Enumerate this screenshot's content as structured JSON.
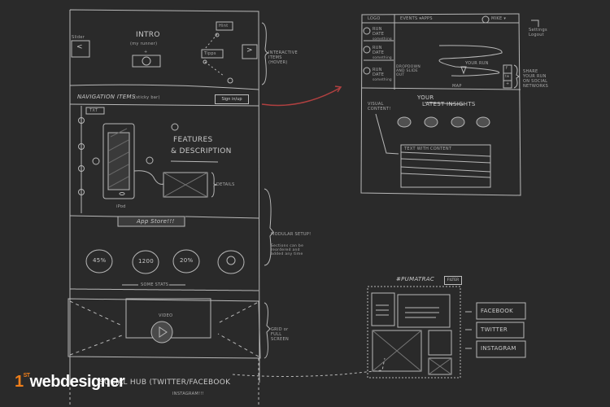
{
  "left_sketch": {
    "slider_label": "Slider",
    "prev_arrow": "<",
    "next_arrow": ">",
    "intro_title": "INTRO",
    "intro_sub": "(my runner)",
    "plus": "+",
    "tip_top": "Hint",
    "tip_mid": "Tipps",
    "interactive_note": "INTERACTIVE ITEMS (HOVER)",
    "nav_items": "NAVIGATION ITEMS",
    "nav_sub": "(sticky bar)",
    "sign_in": "Sign in/up",
    "txt_tag": "TXT",
    "features": "FEATURES",
    "description": "& DESCRIPTION",
    "details": "DETAILS",
    "phone_caption": "iPod",
    "app_store": "App Store!!!",
    "modular_note_title": "MODULAR SETUP!",
    "modular_note_body": "Sections can be reordered and added any time",
    "stats": [
      "45%",
      "1200",
      "20%",
      ""
    ],
    "stats_caption": "SOME STATS",
    "video_label": "VIDEO",
    "grid_note": "GRID or FULL SCREEN",
    "social_hub": "SOCIAL HUB (TWITTER/FACEBOOK",
    "social_hub_sub": "INSTAGRAM!!!"
  },
  "right_sketch": {
    "logo": "LOGO",
    "menu": [
      "EVENTS ▾",
      "APPS"
    ],
    "user": "MIKE ▾",
    "settings_note": "Settings Logout",
    "runs": [
      {
        "title": "RUN",
        "date": "DATE",
        "sub": "something"
      },
      {
        "title": "RUN",
        "date": "DATE",
        "sub": "something"
      },
      {
        "title": "RUN",
        "date": "DATE",
        "sub": "something"
      }
    ],
    "dropdown_note": "DROPDOWN AND SLIDE OUT",
    "your_run": "YOUR RUN",
    "map": "MAP",
    "share_buttons": [
      "f",
      "tw",
      "+"
    ],
    "share_note": "SHARE YOUR RUN ON SOCIAL NETWORKS",
    "insights_title_1": "YOUR",
    "insights_title_2": "LATEST INSIGHTS",
    "visual_note": "VISUAL CONTENT!",
    "text_content": "TEXT WITH CONTENT"
  },
  "social_sketch": {
    "hashtag": "#PUMATRAC",
    "filter": "FILTER",
    "networks": [
      "FACEBOOK",
      "TWITTER",
      "INSTAGRAM"
    ]
  },
  "watermark": {
    "prefix": "1",
    "sup": "ST",
    "text": "webdesigner"
  }
}
